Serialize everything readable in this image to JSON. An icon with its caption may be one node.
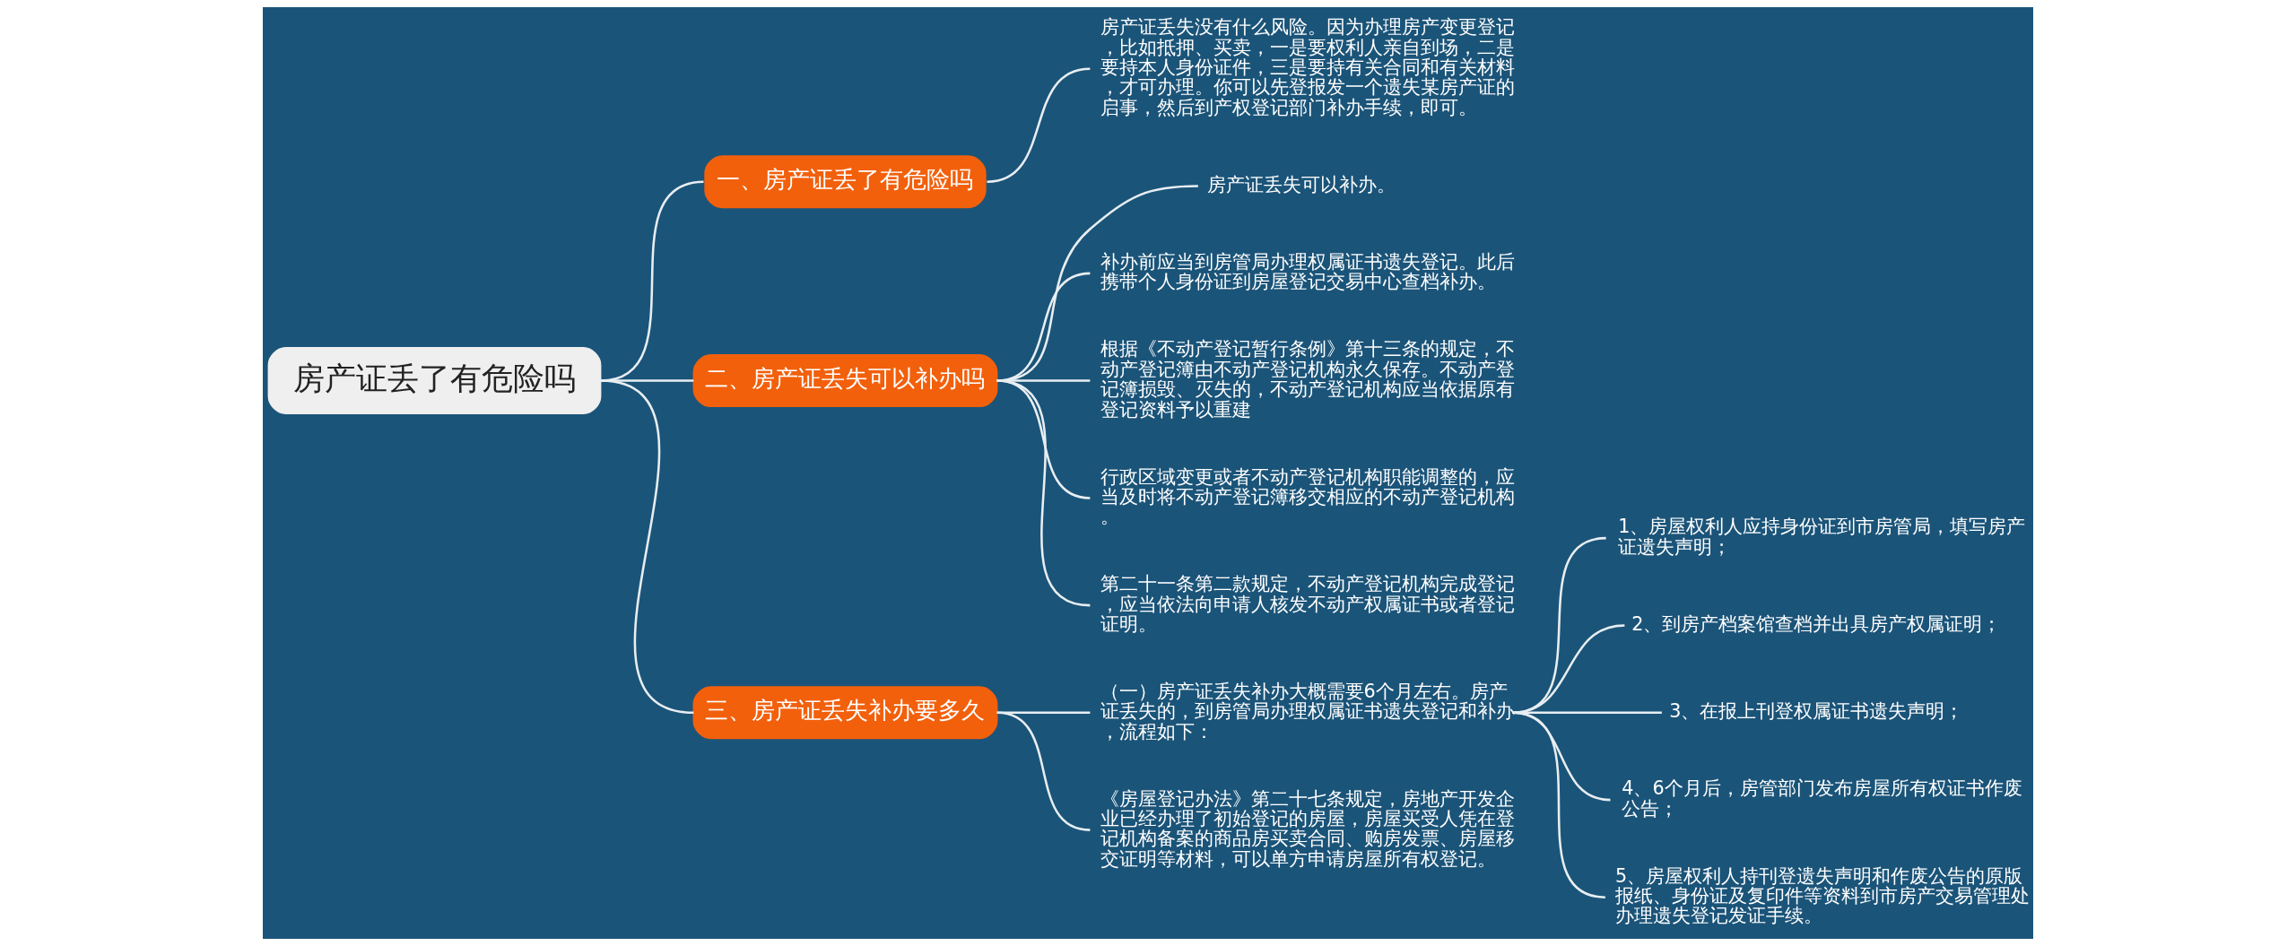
{
  "diagram": {
    "nodes": [
      {
        "text": [
          "房产证丢了有危险吗"
        ]
      },
      {
        "text": [
          "一、房产证丢了有危险吗"
        ]
      },
      {
        "text": [
          "房产证丢失没有什么风险。因为办理房产变更登记，比如抵押、买卖，一是要权利人亲自到场，二是要持本人身份证件，三是要持有关合同和有关材料，才可办理。你可以先登报发一个遗失某房产证的启事，然后到产权登记部门补办手续，即可。"
        ]
      },
      {
        "text": [
          "二、房产证丢失可以补办吗"
        ]
      },
      {
        "text": [
          "房产证丢失可以补办。"
        ]
      },
      {
        "text": [
          "补办前应当到房管局办理权属证书遗失登记。此后携带个人身份证到房屋登记交易中心查档补办。"
        ]
      },
      {
        "text": [
          "根据《不动产登记暂行条例》第十三条的规定，不动产登记簿由不动产登记机构永久保存。不动产登记簿损毁、灭失的，不动产登记机构应当依据原有登记资料予以重建"
        ]
      },
      {
        "text": [
          "行政区域变更或者不动产登记机构职能调整的，应当及时将不动产登记簿移交相应的不动产登记机构。"
        ]
      },
      {
        "text": [
          "第二十一条第二款规定，不动产登记机构完成登记，应当依法向申请人核发不动产权属证书或者登记证明。"
        ]
      },
      {
        "text": [
          "三、房产证丢失补办要多久"
        ]
      },
      {
        "text": [
          "（一）房产证丢失补办大概需要6个月左右。房产证丢失的，到房管局办理权属证书遗失登记和补办，流程如下："
        ]
      },
      {
        "text": [
          "1、房屋权利人应持身份证到市房管局，填写房产证遗失声明；"
        ]
      },
      {
        "text": [
          "2、到房产档案馆查档并出具房产权属证明；"
        ]
      },
      {
        "text": [
          "3、在报上刊登权属证书遗失声明；"
        ]
      },
      {
        "text": [
          "4、6个月后，房管部门发布房屋所有权证书作废公告；"
        ]
      },
      {
        "text": [
          "5、房屋权利人持刊登遗失声明和作废公告的原版报纸、身份证及复印件等资料到市房产交易管理处办理遗失登记发证手续。"
        ]
      },
      {
        "text": [
          "《房屋登记办法》第二十七条规定，房地产开发企业已经办理了初始登记的房屋，房屋买受人凭在登记机构备案的商品房买卖合同、购房发票、房屋移交证明等材料，可以单方申请房屋所有权登记。"
        ]
      }
    ],
    "edges": [
      {
        "from": 0,
        "to": 1,
        "arrow": "none"
      },
      {
        "from": 1,
        "to": 2,
        "arrow": "none"
      },
      {
        "from": 0,
        "to": 3,
        "arrow": "none"
      },
      {
        "from": 3,
        "to": 4,
        "arrow": "none"
      },
      {
        "from": 3,
        "to": 5,
        "arrow": "none"
      },
      {
        "from": 3,
        "to": 6,
        "arrow": "none"
      },
      {
        "from": 3,
        "to": 7,
        "arrow": "none"
      },
      {
        "from": 3,
        "to": 8,
        "arrow": "none"
      },
      {
        "from": 0,
        "to": 9,
        "arrow": "none"
      },
      {
        "from": 9,
        "to": 10,
        "arrow": "none"
      },
      {
        "from": 10,
        "to": 11,
        "arrow": "none"
      },
      {
        "from": 10,
        "to": 12,
        "arrow": "none"
      },
      {
        "from": 10,
        "to": 13,
        "arrow": "none"
      },
      {
        "from": 10,
        "to": 14,
        "arrow": "none"
      },
      {
        "from": 10,
        "to": 15,
        "arrow": "none"
      },
      {
        "from": 9,
        "to": 16,
        "arrow": "none"
      }
    ]
  }
}
